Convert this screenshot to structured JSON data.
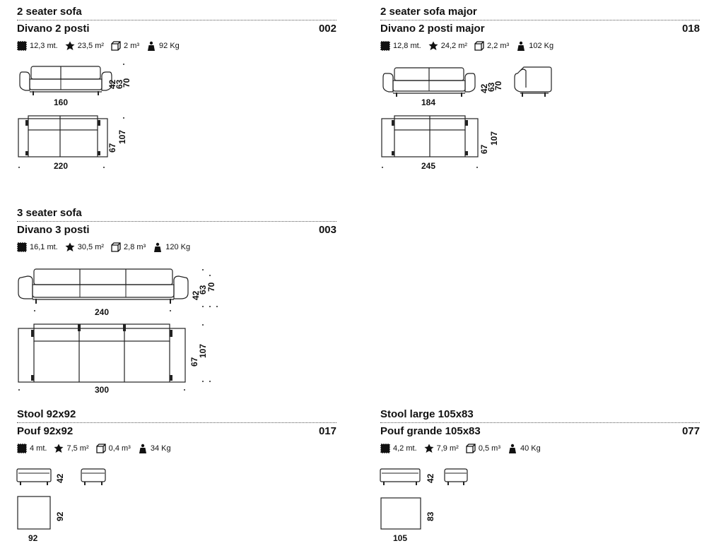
{
  "products": [
    {
      "id": "sofa2",
      "title_en": "2 seater sofa",
      "title_it": "Divano 2 posti",
      "code": "002",
      "specs": {
        "length": "12,3 mt.",
        "area": "23,5 m²",
        "volume": "2 m³",
        "weight": "92 Kg"
      },
      "dims": {
        "side_width": "160",
        "plan_width": "220",
        "h1": "42",
        "h2": "63",
        "h3": "70",
        "d1": "67",
        "d2": "107"
      }
    },
    {
      "id": "sofa2major",
      "title_en": "2 seater sofa major",
      "title_it": "Divano 2 posti major",
      "code": "018",
      "specs": {
        "length": "12,8 mt.",
        "area": "24,2 m²",
        "volume": "2,2 m³",
        "weight": "102 Kg"
      },
      "dims": {
        "side_width": "184",
        "plan_width": "245",
        "h1": "42",
        "h2": "63",
        "h3": "70",
        "d1": "67",
        "d2": "107"
      }
    },
    {
      "id": "sofa3",
      "title_en": "3 seater sofa",
      "title_it": "Divano 3 posti",
      "code": "003",
      "specs": {
        "length": "16,1 mt.",
        "area": "30,5 m²",
        "volume": "2,8 m³",
        "weight": "120 Kg"
      },
      "dims": {
        "side_width": "240",
        "plan_width": "300",
        "h1": "42",
        "h2": "63",
        "h3": "70",
        "d1": "67",
        "d2": "107"
      }
    },
    {
      "id": "stool",
      "title_en": "Stool 92x92",
      "title_it": "Pouf 92x92",
      "code": "017",
      "specs": {
        "length": "4 mt.",
        "area": "7,5 m²",
        "volume": "0,4 m³",
        "weight": "34 Kg"
      },
      "dims": {
        "h1": "42",
        "depth": "92",
        "width": "92"
      }
    },
    {
      "id": "stoollarge",
      "title_en": "Stool large 105x83",
      "title_it": "Pouf grande 105x83",
      "code": "077",
      "specs": {
        "length": "4,2 mt.",
        "area": "7,9 m²",
        "volume": "0,5 m³",
        "weight": "40 Kg"
      },
      "dims": {
        "h1": "42",
        "depth": "83",
        "width": "105"
      }
    }
  ],
  "icons": [
    "fabric-length-icon",
    "leather-area-icon",
    "volume-box-icon",
    "weight-icon"
  ]
}
